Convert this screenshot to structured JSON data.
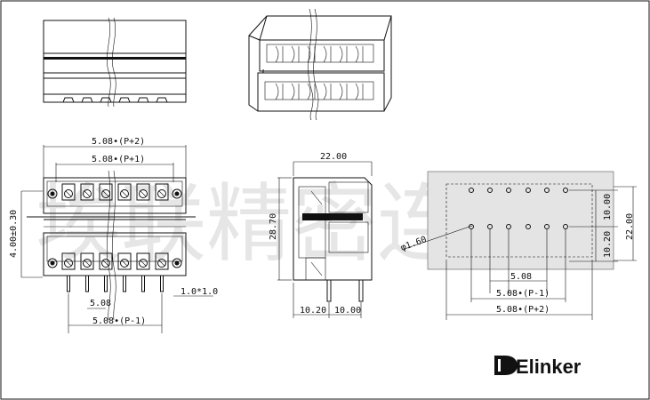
{
  "front_view": {
    "dim_p_plus_2": "5.08•(P+2)",
    "dim_p_plus_1": "5.08•(P+1)",
    "dim_height": "4.00±0.30",
    "dim_pitch": "5.08",
    "dim_p_minus_1": "5.08•(P-1)",
    "dim_pin": "1.0*1.0"
  },
  "side_view": {
    "dim_width": "22.00",
    "dim_height": "28.70",
    "dim_left": "10.20",
    "dim_right": "10.00"
  },
  "pcb_layout": {
    "dim_hole": "φ1.60",
    "dim_right_top": "10.00",
    "dim_right_bottom": "10.20",
    "dim_total": "22.00",
    "dim_pitch": "5.08",
    "dim_p_minus_1": "5.08•(P-1)",
    "dim_p_plus_2": "5.08•(P+2)"
  },
  "watermark": "埃联精密连接",
  "brand": {
    "name": "Elinker",
    "icon": "elinker-logo-icon"
  },
  "colors": {
    "line": "#111111",
    "watermark": "#e6e6e6",
    "background": "#ffffff"
  }
}
